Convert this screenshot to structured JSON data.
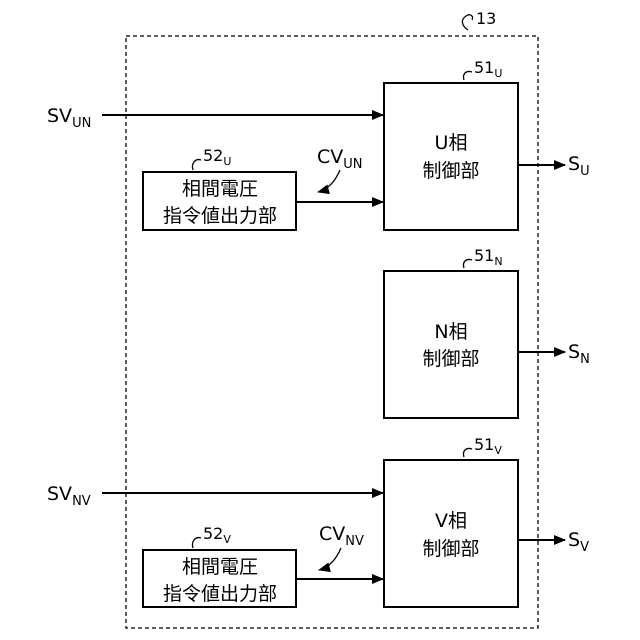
{
  "unit_ref": "13",
  "blocks": {
    "u": {
      "ref": "51",
      "ref_sub": "U",
      "line1": "U相",
      "line2": "制御部"
    },
    "n": {
      "ref": "51",
      "ref_sub": "N",
      "line1": "N相",
      "line2": "制御部"
    },
    "v": {
      "ref": "51",
      "ref_sub": "V",
      "line1": "V相",
      "line2": "制御部"
    }
  },
  "cmd_blocks": {
    "un": {
      "ref": "52",
      "ref_sub": "U",
      "line1": "相間電圧",
      "line2": "指令値出力部"
    },
    "nv": {
      "ref": "52",
      "ref_sub": "V",
      "line1": "相間電圧",
      "line2": "指令値出力部"
    }
  },
  "inputs": {
    "sv_un": {
      "base": "SV",
      "sub": "UN"
    },
    "sv_nv": {
      "base": "SV",
      "sub": "NV"
    },
    "cv_un": {
      "base": "CV",
      "sub": "UN"
    },
    "cv_nv": {
      "base": "CV",
      "sub": "NV"
    }
  },
  "outputs": {
    "su": {
      "base": "S",
      "sub": "U"
    },
    "sn": {
      "base": "S",
      "sub": "N"
    },
    "sv": {
      "base": "S",
      "sub": "V"
    }
  }
}
